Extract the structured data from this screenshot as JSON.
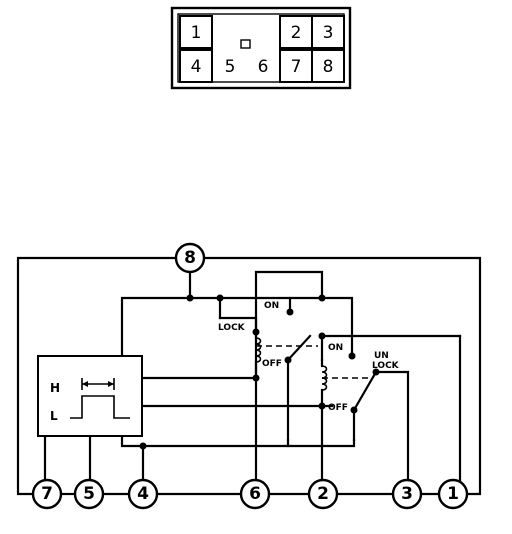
{
  "connector": {
    "pins": [
      {
        "id": "pin-1",
        "label": "1"
      },
      {
        "id": "pin-2",
        "label": "2"
      },
      {
        "id": "pin-3",
        "label": "3"
      },
      {
        "id": "pin-4",
        "label": "4"
      },
      {
        "id": "pin-5",
        "label": "5"
      },
      {
        "id": "pin-6",
        "label": "6"
      },
      {
        "id": "pin-7",
        "label": "7"
      },
      {
        "id": "pin-8",
        "label": "8"
      }
    ]
  },
  "terminals": {
    "t8": "8",
    "t7": "7",
    "t5": "5",
    "t4": "4",
    "t6": "6",
    "t2": "2",
    "t3": "3",
    "t1": "1"
  },
  "labels": {
    "on_top": "ON",
    "lock": "LOCK",
    "on_mid": "ON",
    "off_left": "OFF",
    "un": "UN",
    "unlock": "LOCK",
    "off_right": "OFF",
    "h": "H",
    "l": "L"
  }
}
